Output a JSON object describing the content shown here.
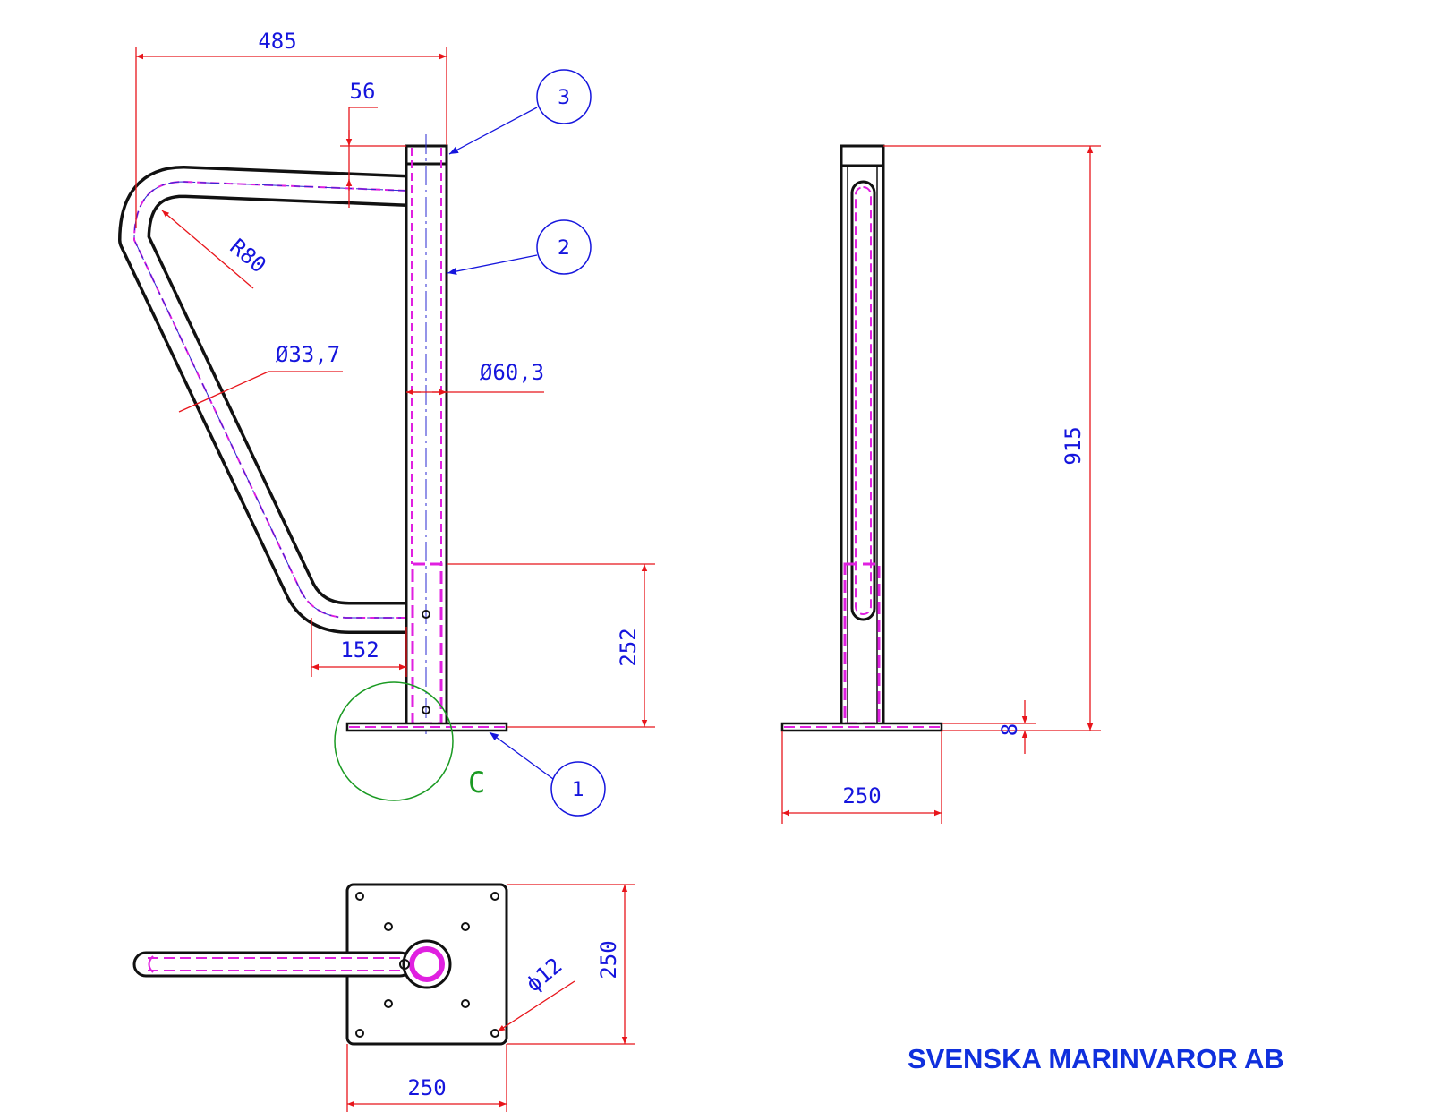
{
  "colors": {
    "outline": "#111111",
    "dimension_line": "#e8151b",
    "dimension_text": "#1515dd",
    "hidden_line": "#e020e0",
    "detail_circle": "#1a9a22",
    "company_text": "#1030dd"
  },
  "dimensions": {
    "width_485": "485",
    "offset_56": "56",
    "radius": "R80",
    "rail_diameter": "Ø33,7",
    "post_diameter": "Ø60,3",
    "lower_152": "152",
    "height_252": "252",
    "height_915": "915",
    "plate_thickness": "8",
    "side_plate_width": "250",
    "top_plate_width": "250",
    "top_plate_depth": "250",
    "hole_diameter": "ϕ12"
  },
  "balloons": [
    "1",
    "2",
    "3"
  ],
  "detail_label": "C",
  "company_name": "SVENSKA MARINVAROR AB"
}
